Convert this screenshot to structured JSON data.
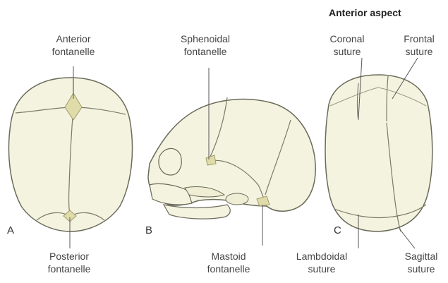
{
  "heading": "Anterior aspect",
  "panels": {
    "a": "A",
    "b": "B",
    "c": "C"
  },
  "labels": {
    "anterior_fontanelle": [
      "Anterior",
      "fontanelle"
    ],
    "posterior_fontanelle": [
      "Posterior",
      "fontanelle"
    ],
    "sphenoidal_fontanelle": [
      "Sphenoidal",
      "fontanelle"
    ],
    "mastoid_fontanelle": [
      "Mastoid",
      "fontanelle"
    ],
    "coronal_suture": [
      "Coronal",
      "suture"
    ],
    "frontal_suture": [
      "Frontal",
      "suture"
    ],
    "lambdoidal_suture": [
      "Lambdoidal",
      "suture"
    ],
    "sagittal_suture": [
      "Sagittal",
      "suture"
    ]
  },
  "colors": {
    "bone_fill": "#f4f3e0",
    "bone_stroke": "#6b6b5a",
    "fontanelle": "#e0dcaa",
    "leader": "#555555"
  }
}
